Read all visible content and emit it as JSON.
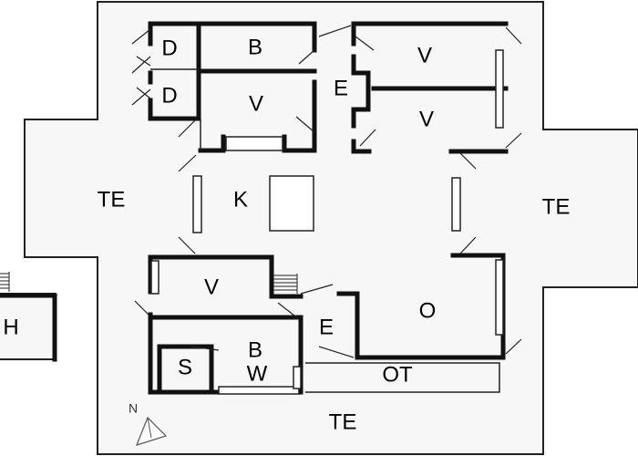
{
  "labels": {
    "te_left": "TE",
    "te_right": "TE",
    "te_bottom": "TE",
    "d_top": "D",
    "d_bottom": "D",
    "b_top": "B",
    "v_top_middle": "V",
    "e_top": "E",
    "v_top_right": "V",
    "v_mid_right": "V",
    "k": "K",
    "v_lower": "V",
    "e_lower": "E",
    "o": "O",
    "b_lower": "B",
    "w": "W",
    "s": "S",
    "ot": "OT",
    "h": "H",
    "compass_n": "N"
  }
}
